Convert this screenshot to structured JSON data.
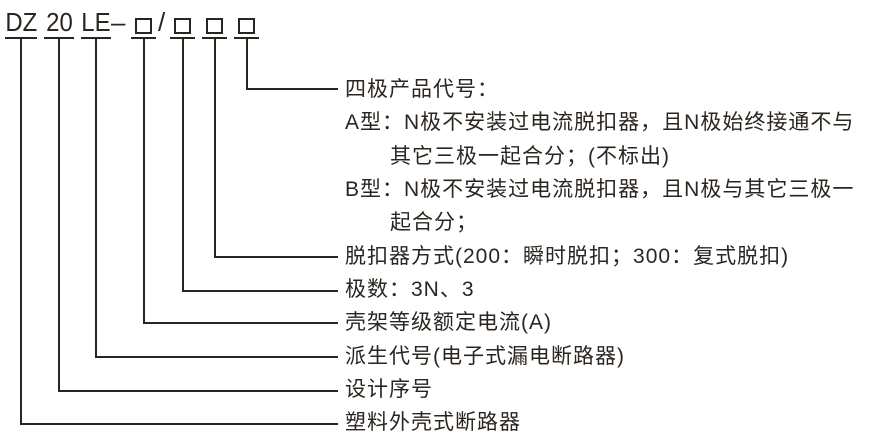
{
  "model": {
    "segments": [
      {
        "label": "DZ",
        "type": "text"
      },
      {
        "label": "20",
        "type": "text"
      },
      {
        "label": "LE",
        "type": "text"
      },
      {
        "label": "",
        "type": "box"
      },
      {
        "label": "",
        "type": "box"
      },
      {
        "label": "",
        "type": "box"
      },
      {
        "label": "",
        "type": "box"
      }
    ],
    "separators": {
      "dash": "–",
      "slash": "/"
    }
  },
  "legend": {
    "lines": [
      "四极产品代号：",
      "A型：N极不安装过电流脱扣器，且N极始终接通不与",
      "其它三极一起合分；(不标出)",
      "B型：N极不安装过电流脱扣器，且N极与其它三极一",
      "起合分；",
      "脱扣器方式(200：瞬时脱扣；300：复式脱扣)",
      "极数：3N、3",
      "壳架等级额定电流(A)",
      "派生代号(电子式漏电断路器)",
      "设计序号",
      "塑料外壳式断路器"
    ]
  },
  "colors": {
    "ink": "#2b2520",
    "background": "#ffffff"
  }
}
